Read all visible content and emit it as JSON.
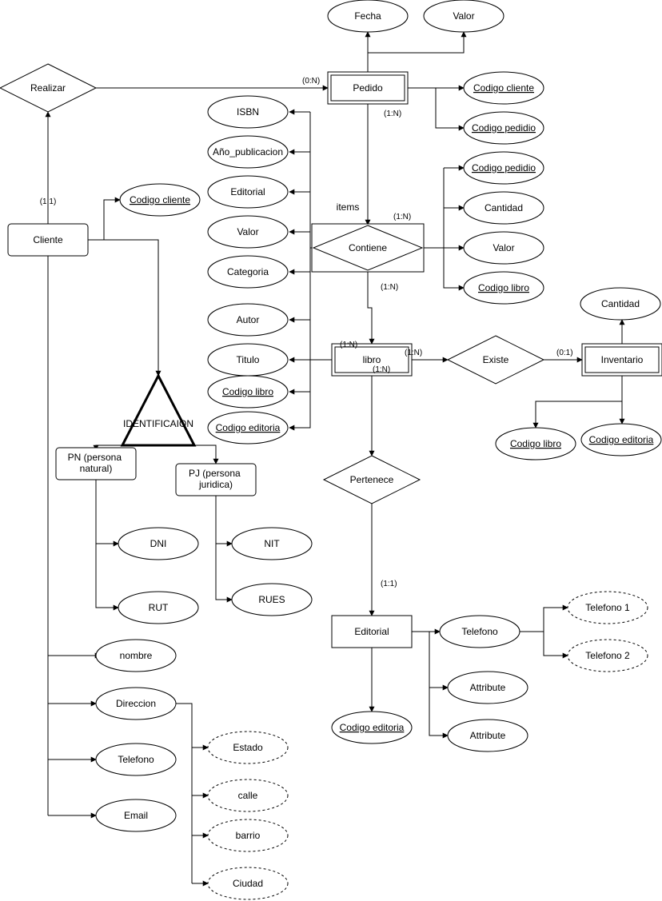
{
  "entities": [
    {
      "id": "pedido",
      "label": "Pedido",
      "weak": true
    },
    {
      "id": "cliente",
      "label": "Cliente"
    },
    {
      "id": "libro",
      "label": "libro",
      "weak": true
    },
    {
      "id": "inventario",
      "label": "Inventario",
      "weak": true
    },
    {
      "id": "editorial",
      "label": "Editorial"
    },
    {
      "id": "pn",
      "label": "PN (persona natural)"
    },
    {
      "id": "pj",
      "label": "PJ (persona jurídica)"
    }
  ],
  "relationships": [
    {
      "id": "realizar",
      "label": "Realizar"
    },
    {
      "id": "contiene",
      "label": "Contiene",
      "weak": true
    },
    {
      "id": "existe",
      "label": "Existe"
    },
    {
      "id": "pertenece",
      "label": "Pertenece"
    }
  ],
  "specialization": {
    "label": "IDENTIFICAION"
  },
  "attributes": [
    {
      "id": "fecha",
      "label": "Fecha"
    },
    {
      "id": "valor-pedido",
      "label": "Valor"
    },
    {
      "id": "codigo-cliente-pedido",
      "label": "Codigo cliente",
      "key": true
    },
    {
      "id": "codigo-pedido-pedido",
      "label": "Codigo pedidio",
      "key": true
    },
    {
      "id": "isbn",
      "label": "ISBN"
    },
    {
      "id": "ano-publicacion",
      "label": "Año_publicacion"
    },
    {
      "id": "editorial-libro",
      "label": "Editorial"
    },
    {
      "id": "valor-libro",
      "label": "Valor"
    },
    {
      "id": "categoria",
      "label": "Categoria"
    },
    {
      "id": "autor",
      "label": "Autor"
    },
    {
      "id": "titulo",
      "label": "Titulo"
    },
    {
      "id": "codigo-libro-libro",
      "label": "Codigo libro",
      "key": true
    },
    {
      "id": "codigo-editoria-libro",
      "label": "Codigo editoria",
      "key": true
    },
    {
      "id": "codigo-pedido-contiene",
      "label": "Codigo pedidio",
      "key": true
    },
    {
      "id": "cantidad-contiene",
      "label": "Cantidad"
    },
    {
      "id": "valor-contiene",
      "label": "Valor"
    },
    {
      "id": "codigo-libro-contiene",
      "label": "Codigo libro",
      "key": true
    },
    {
      "id": "codigo-cliente-cliente",
      "label": "Codigo cliente",
      "key": true
    },
    {
      "id": "cantidad-inventario",
      "label": "Cantidad"
    },
    {
      "id": "codigo-libro-inventario",
      "label": "Codigo libro",
      "key": true
    },
    {
      "id": "codigo-editoria-inventario",
      "label": "Codigo editoria",
      "key": true
    },
    {
      "id": "dni",
      "label": "DNI"
    },
    {
      "id": "rut",
      "label": "RUT"
    },
    {
      "id": "nit",
      "label": "NIT"
    },
    {
      "id": "rues",
      "label": "RUES"
    },
    {
      "id": "nombre",
      "label": "nombre"
    },
    {
      "id": "direccion",
      "label": "Direccion"
    },
    {
      "id": "telefono-cliente",
      "label": "Telefono"
    },
    {
      "id": "email",
      "label": "Email"
    },
    {
      "id": "estado",
      "label": "Estado",
      "dashed": true
    },
    {
      "id": "calle",
      "label": "calle",
      "dashed": true
    },
    {
      "id": "barrio",
      "label": "barrio",
      "dashed": true
    },
    {
      "id": "ciudad",
      "label": "Ciudad",
      "dashed": true
    },
    {
      "id": "telefono-editorial",
      "label": "Telefono"
    },
    {
      "id": "telefono-1",
      "label": "Telefono 1",
      "dashed": true
    },
    {
      "id": "telefono-2",
      "label": "Telefono 2",
      "dashed": true
    },
    {
      "id": "attribute-1",
      "label": "Attribute"
    },
    {
      "id": "attribute-2",
      "label": "Attribute"
    },
    {
      "id": "codigo-editoria-editorial",
      "label": "Codigo editoria",
      "key": true
    }
  ],
  "cardinalities": [
    {
      "id": "realizar-pedido",
      "label": "(0:N)"
    },
    {
      "id": "pedido-contiene",
      "label": "(1:N)"
    },
    {
      "id": "contiene-top",
      "label": "(1:N)"
    },
    {
      "id": "contiene-libro",
      "label": "(1:N)"
    },
    {
      "id": "libro-left",
      "label": "(1:N)"
    },
    {
      "id": "libro-existe",
      "label": "(1:N)"
    },
    {
      "id": "libro-pertenece",
      "label": "(1:N)"
    },
    {
      "id": "existe-inventario",
      "label": "(0:1)"
    },
    {
      "id": "pertenece-editorial",
      "label": "(1:1)"
    },
    {
      "id": "cliente-realizar",
      "label": "(1:1)"
    }
  ],
  "edge_labels": [
    {
      "id": "items",
      "label": "items"
    }
  ]
}
